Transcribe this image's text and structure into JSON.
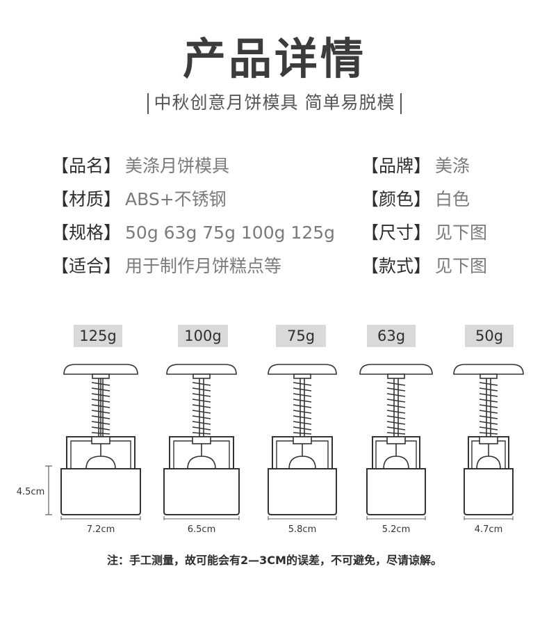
{
  "header": {
    "title": "产品详情",
    "subtitle": "中秋创意月饼模具 简单易脱模"
  },
  "specs": [
    {
      "label": "【品名】",
      "value": "美涤月饼模具"
    },
    {
      "label": "【材质】",
      "value": "ABS+不锈钢"
    },
    {
      "label": "【规格】",
      "value": "50g  63g  75g 100g  125g"
    },
    {
      "label": "【适合】",
      "value": "用于制作月饼糕点等"
    },
    {
      "label": "【品牌】",
      "value": "美涤"
    },
    {
      "label": "【颜色】",
      "value": "白色"
    },
    {
      "label": "【尺寸】",
      "value": "见下图"
    },
    {
      "label": "【款式】",
      "value": "见下图"
    }
  ],
  "molds": [
    {
      "size": "125g",
      "width": "7.2cm"
    },
    {
      "size": "100g",
      "width": "6.5cm"
    },
    {
      "size": "75g",
      "width": "5.8cm"
    },
    {
      "size": "63g",
      "width": "5.2cm"
    },
    {
      "size": "50g",
      "width": "4.7cm"
    }
  ],
  "height_label": "4.5cm",
  "note": "注：手工测量，故可能会有2—3CM的误差，不可避免，尽请谅解。"
}
